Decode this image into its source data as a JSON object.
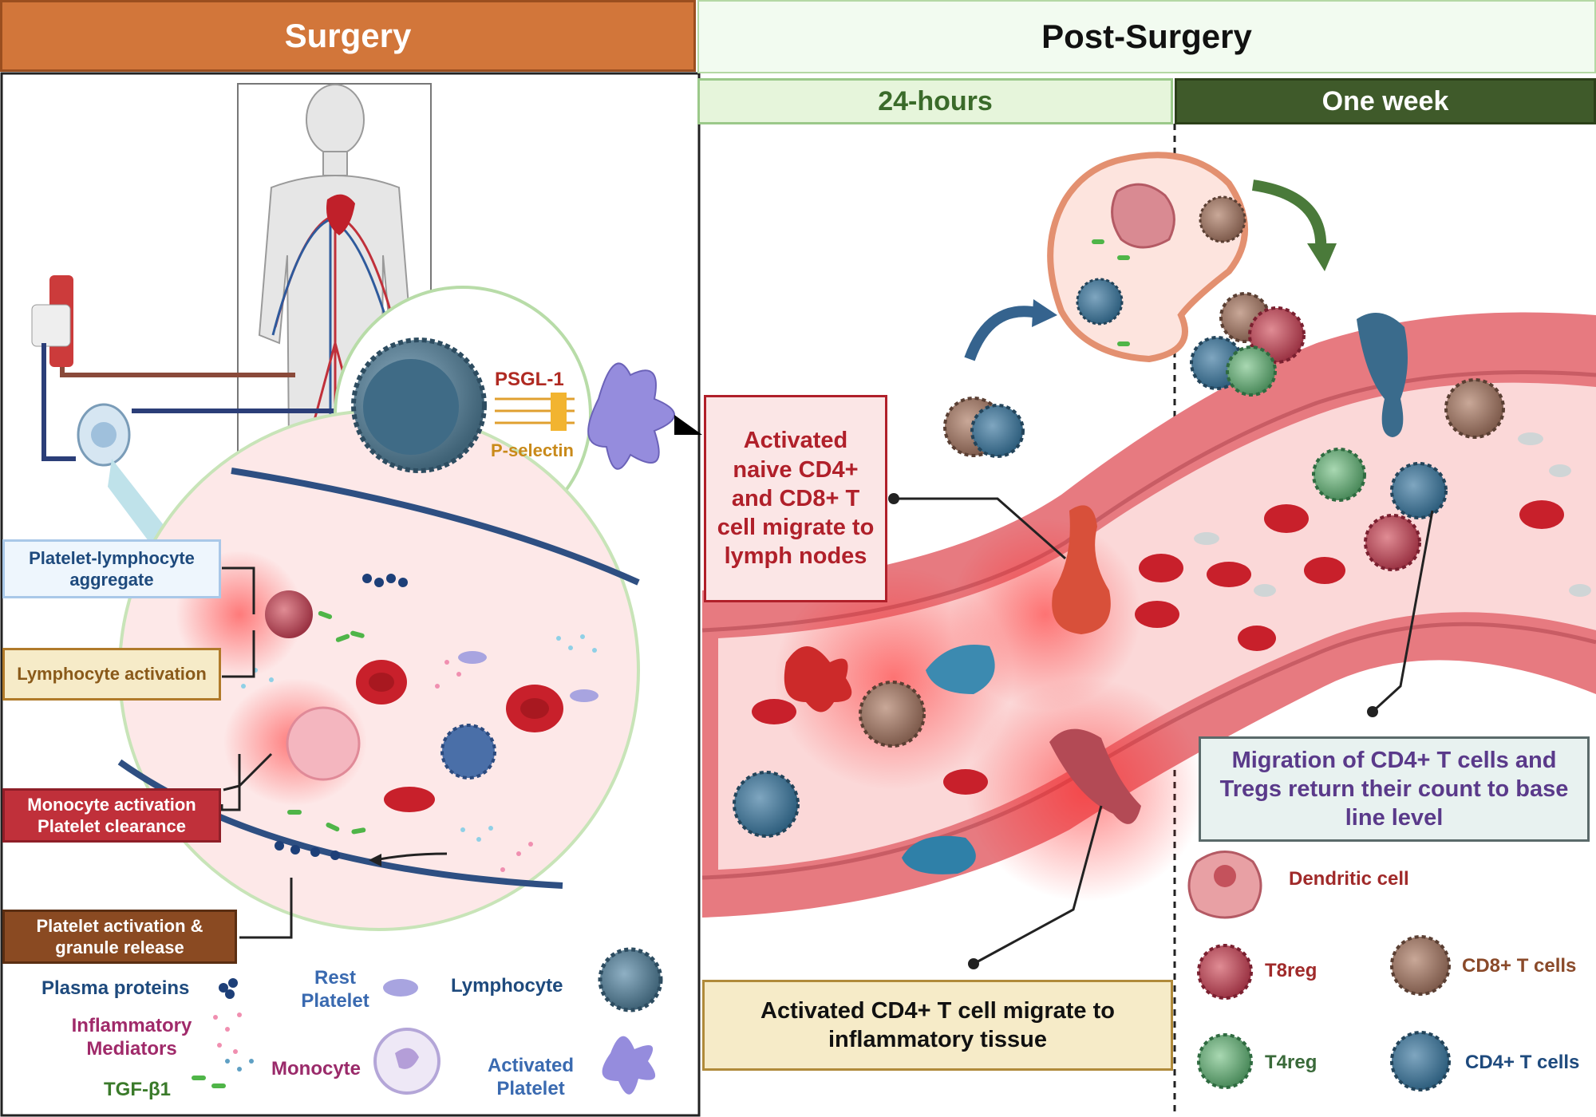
{
  "headers": {
    "surgery": "Surgery",
    "post_surgery": "Post-Surgery",
    "hours24": "24-hours",
    "one_week": "One week"
  },
  "receptor_labels": {
    "psgl1": "PSGL-1",
    "pselectin": "P-selectin"
  },
  "surgery_boxes": {
    "platelet_lymphocyte_aggregate": "Platelet-lymphocyte aggregate",
    "lymphocyte_activation": "Lymphocyte activation",
    "monocyte_activation": "Monocyte activation Platelet clearance",
    "platelet_activation": "Platelet activation & granule release"
  },
  "left_legend": {
    "plasma_proteins": "Plasma proteins",
    "rest_platelet": "Rest Platelet",
    "lymphocyte": "Lymphocyte",
    "inflammatory_mediators": "Inflammatory Mediators",
    "monocyte": "Monocyte",
    "tgf_beta1": "TGF-β1",
    "activated_platelet": "Activated Platelet"
  },
  "post_boxes": {
    "activated_naive": "Activated naive CD4+ and CD8+ T cell migrate to lymph nodes",
    "activated_cd4_inflammatory": "Activated CD4+ T cell migrate to inflammatory tissue",
    "migration_tregs": "Migration of CD4+ T cells and Tregs return their count to base line level"
  },
  "right_legend": {
    "dendritic_cell": "Dendritic cell",
    "t8reg": "T8reg",
    "cd8_t_cells": "CD8+ T cells",
    "t4reg": "T4reg",
    "cd4_t_cells": "CD4+ T cells"
  },
  "colors": {
    "surgery_header": "#d2763a",
    "post_header": "#f2fbf0",
    "hours24_header": "#e6f5db",
    "one_week_header": "#3f5a2a",
    "vessel": "#e8737a",
    "red_cell": "#c8202b",
    "cd4_t_cell": "#3d6f8f",
    "cd8_t_cell": "#a07a6a",
    "t4reg": "#5e9e6e",
    "t8reg": "#b44a55",
    "dendritic": "#e08a8a",
    "activated_platelet": "#8f86d6"
  }
}
